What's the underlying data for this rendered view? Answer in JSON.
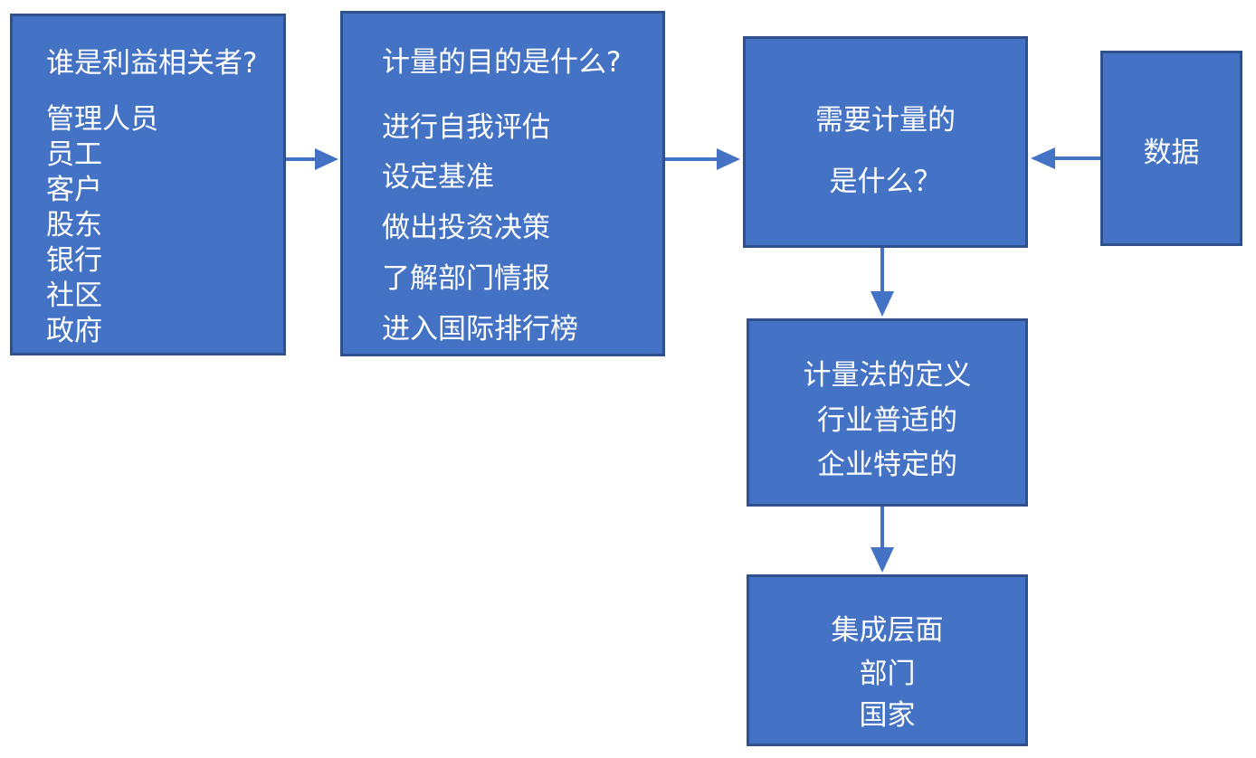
{
  "stakeholders": {
    "title": "谁是利益相关者?",
    "items": [
      "管理人员",
      "员工",
      "客户",
      "股东",
      "银行",
      "社区",
      "政府"
    ]
  },
  "purposes": {
    "title": "计量的目的是什么?",
    "items": [
      "进行自我评估",
      "设定基准",
      "做出投资决策",
      "了解部门情报",
      "进入国际排行榜"
    ]
  },
  "measure": {
    "lines": [
      "需要计量的",
      "是什么？"
    ]
  },
  "data_box": {
    "label": "数据"
  },
  "definition": {
    "lines": [
      "计量法的定义",
      "行业普适的",
      "企业特定的"
    ]
  },
  "integration": {
    "lines": [
      "集成层面",
      "部门",
      "国家"
    ]
  },
  "colors": {
    "box_fill": "#4472C4",
    "box_border": "#2F528F",
    "arrow": "#4472C4",
    "text": "#ffffff"
  }
}
